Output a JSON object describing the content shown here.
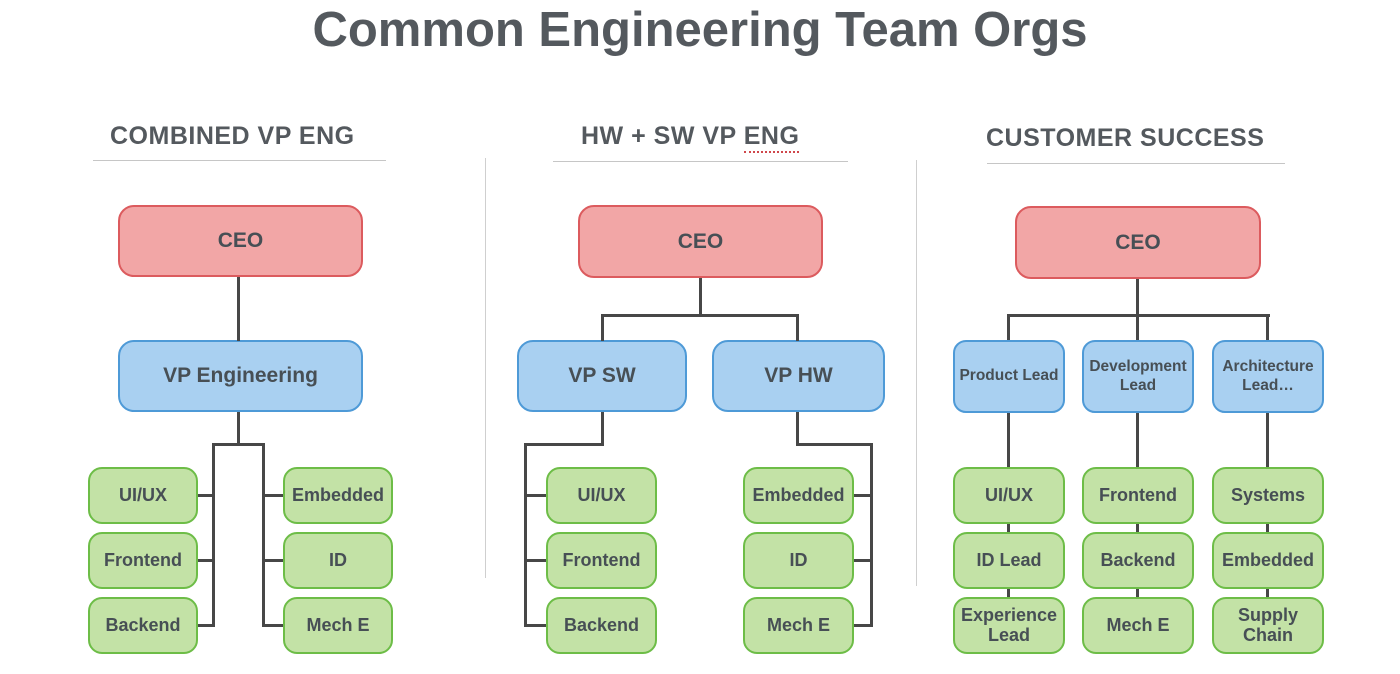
{
  "title": "Common Engineering Team Orgs",
  "colors": {
    "red_fill": "#F2A6A6",
    "red_border": "#DC5B5E",
    "blue_fill": "#A9D0F1",
    "blue_border": "#4E9AD7",
    "green_fill": "#C3E2A6",
    "green_border": "#6DBD47",
    "connector": "#474747",
    "box_text": "#474F55",
    "heading_text": "#54595E",
    "spellcheck_underline": "#D0484C"
  },
  "sections": [
    {
      "header": "COMBINED VP ENG",
      "ceo": "CEO",
      "vp": "VP Engineering",
      "left_reports": [
        "UI/UX",
        "Frontend",
        "Backend"
      ],
      "right_reports": [
        "Embedded",
        "ID",
        "Mech E"
      ]
    },
    {
      "header_prefix": "HW + SW VP",
      "header_flagged": "ENG",
      "ceo": "CEO",
      "vp_sw": "VP SW",
      "vp_hw": "VP HW",
      "sw_reports": [
        "UI/UX",
        "Frontend",
        "Backend"
      ],
      "hw_reports": [
        "Embedded",
        "ID",
        "Mech E"
      ]
    },
    {
      "header": "CUSTOMER SUCCESS",
      "ceo": "CEO",
      "leads": [
        "Product Lead",
        "Development Lead",
        "Architecture Lead…"
      ],
      "teams": [
        [
          "UI/UX",
          "ID Lead",
          "Experience Lead"
        ],
        [
          "Frontend",
          "Backend",
          "Mech E"
        ],
        [
          "Systems",
          "Embedded",
          "Supply Chain"
        ]
      ]
    }
  ]
}
